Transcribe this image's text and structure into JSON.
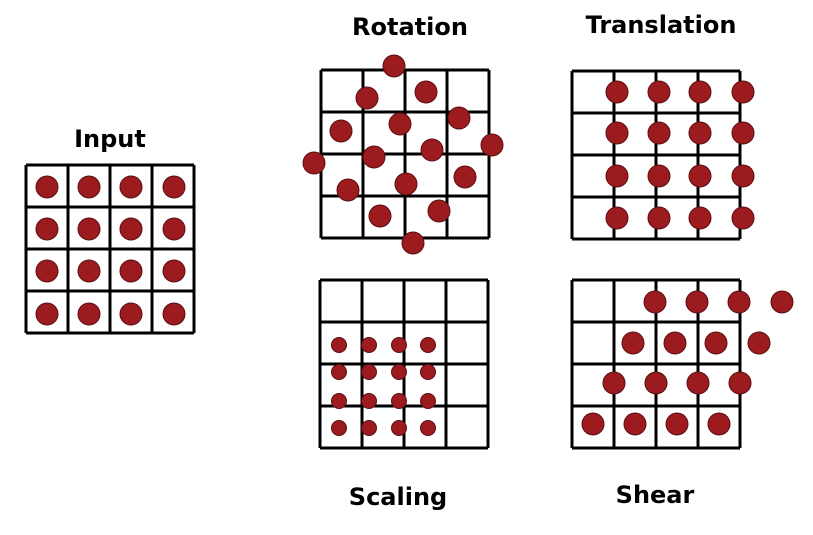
{
  "colors": {
    "dot": "#9b1b1f",
    "grid": "#000000",
    "background": "#ffffff"
  },
  "panels": {
    "input": {
      "title": "Input"
    },
    "rotation": {
      "title": "Rotation"
    },
    "translation": {
      "title": "Translation"
    },
    "scaling": {
      "title": "Scaling"
    },
    "shear": {
      "title": "Shear"
    }
  }
}
